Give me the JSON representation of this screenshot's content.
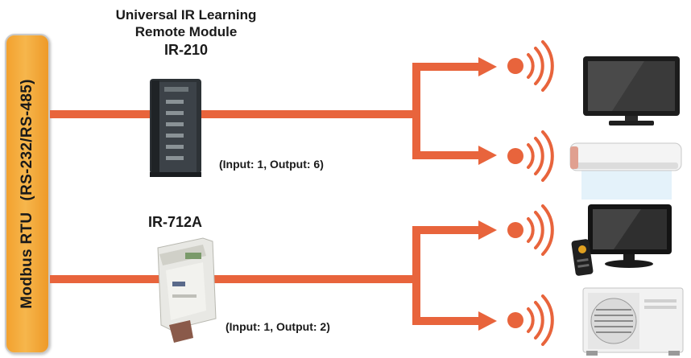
{
  "bus_label_main": "Modbus RTU",
  "bus_label_sub": "(RS-232/RS-485)",
  "module_top": {
    "title_line1": "Universal IR Learning",
    "title_line2": "Remote Module",
    "model": "IR-210",
    "io": "(Input: 1, Output: 6)"
  },
  "module_bottom": {
    "model": "IR-712A",
    "io": "(Input: 1, Output: 2)"
  },
  "colors": {
    "line": "#e8643c",
    "bus": "#f3a12e"
  },
  "devices": [
    "tv-icon",
    "air-conditioner-indoor-icon",
    "tv-with-remote-icon",
    "air-conditioner-outdoor-icon"
  ]
}
